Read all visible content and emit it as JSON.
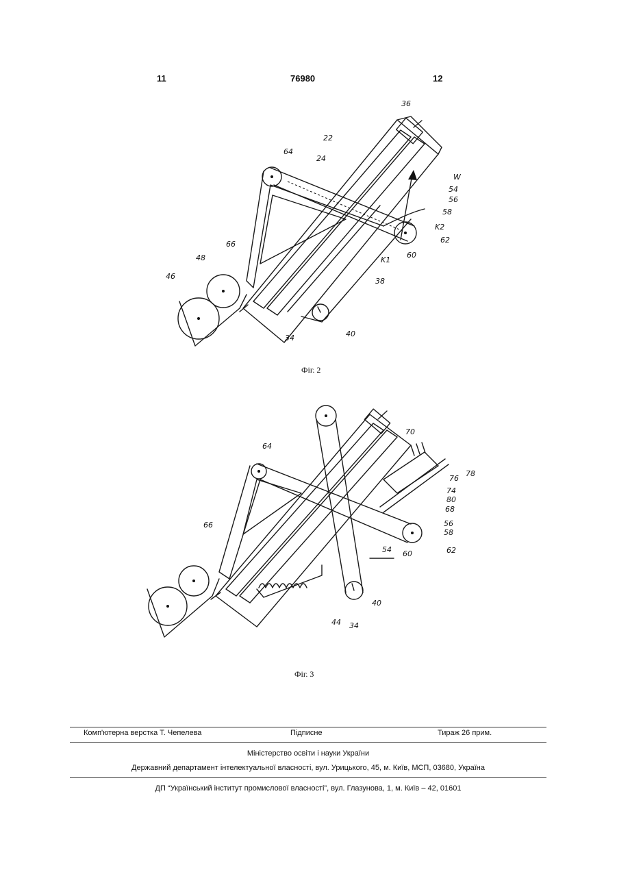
{
  "header": {
    "page_left": "11",
    "patent_number": "76980",
    "page_right": "12"
  },
  "figure2": {
    "caption": "Фіг. 2",
    "labels": [
      "36",
      "22",
      "24",
      "64",
      "W",
      "54",
      "56",
      "58",
      "K2",
      "62",
      "60",
      "K1",
      "66",
      "48",
      "46",
      "38",
      "40",
      "34"
    ]
  },
  "figure3": {
    "caption": "Фіг. 3",
    "labels": [
      "70",
      "64",
      "78",
      "76",
      "74",
      "80",
      "68",
      "66",
      "56",
      "58",
      "54",
      "60",
      "62",
      "40",
      "44",
      "34"
    ]
  },
  "footer": {
    "typesetting": "Комп'ютерна верстка Т. Чепелева",
    "signed": "Підписне",
    "circulation": "Тираж 26 прим.",
    "ministry": "Міністерство освіти і науки України",
    "department": "Державний департамент інтелектуальної власності, вул. Урицького, 45, м. Київ, МСП, 03680, Україна",
    "institute": "ДП “Український інститут промислової власності”, вул. Глазунова, 1, м. Київ – 42, 01601"
  }
}
